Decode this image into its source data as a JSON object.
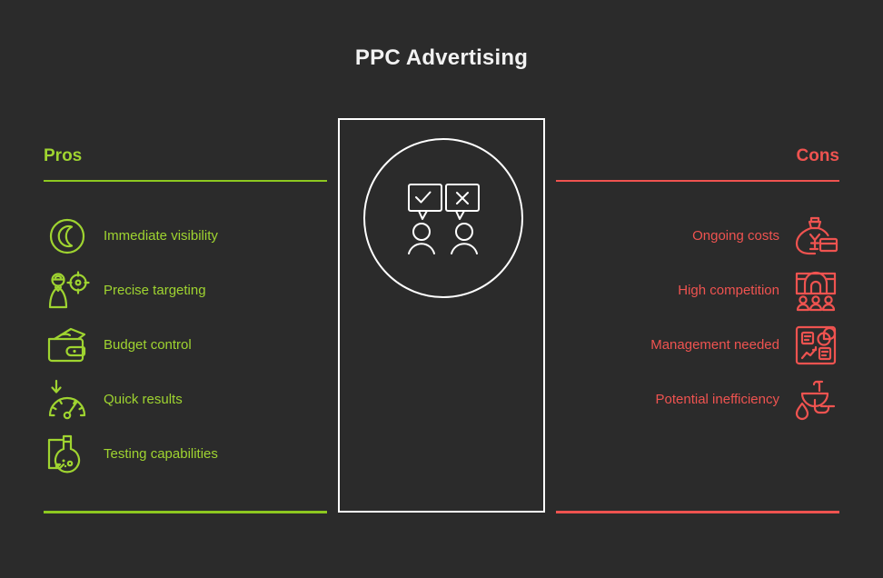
{
  "slide": {
    "title": "PPC Advertising",
    "background_color": "#2b2b2b",
    "title_color": "#f2f2f2"
  },
  "pros": {
    "heading": "Pros",
    "color": "#9fd430",
    "rule_color": "#8dc820",
    "items": [
      {
        "label": "Immediate visibility",
        "icon": "moon-circle-icon"
      },
      {
        "label": "Precise targeting",
        "icon": "person-target-icon"
      },
      {
        "label": "Budget control",
        "icon": "wallet-cash-icon"
      },
      {
        "label": "Quick results",
        "icon": "speedometer-arrow-icon"
      },
      {
        "label": "Testing capabilities",
        "icon": "lab-flask-document-icon"
      }
    ]
  },
  "cons": {
    "heading": "Cons",
    "color": "#ef5350",
    "rule_color": "#ef5350",
    "items": [
      {
        "label": "Ongoing costs",
        "icon": "money-pouch-card-icon"
      },
      {
        "label": "High competition",
        "icon": "podium-people-icon"
      },
      {
        "label": "Management needed",
        "icon": "dashboard-grid-icon"
      },
      {
        "label": "Potential inefficiency",
        "icon": "leaky-sink-icon"
      }
    ]
  },
  "center": {
    "icon": "speech-bubbles-check-cross-people-icon",
    "border_color": "#ffffff",
    "icon_color": "#ffffff"
  }
}
